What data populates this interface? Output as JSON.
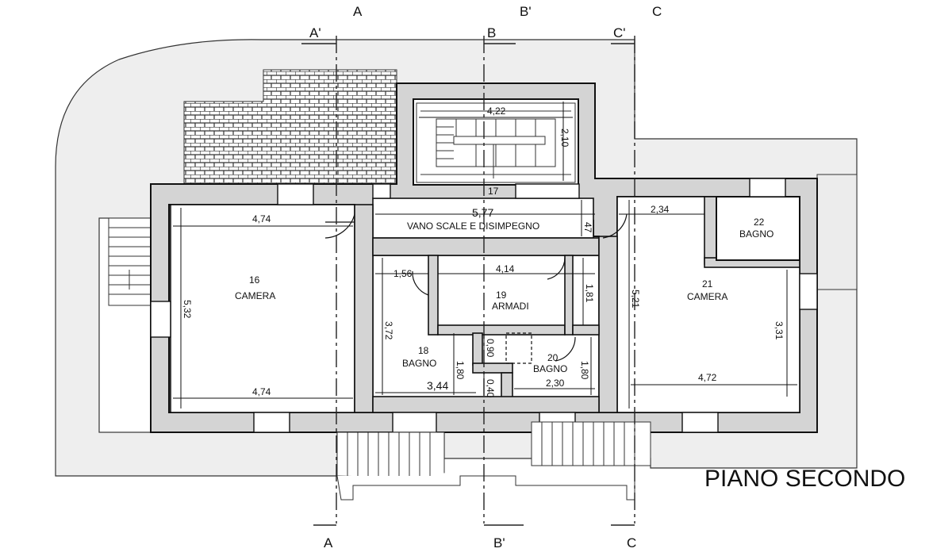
{
  "drawing_title": "PIANO SECONDO",
  "section_marks": {
    "a_top": "A",
    "b_prime_top": "B'",
    "c_top": "C",
    "a_prime": "A'",
    "b": "B",
    "c_prime": "C'",
    "a_bottom": "A",
    "b_prime_bottom": "B'",
    "c_bottom": "C"
  },
  "rooms": {
    "r16": {
      "number": "16",
      "name": "CAMERA"
    },
    "r17": {
      "number": "17",
      "name": "VANO SCALE E DISIMPEGNO"
    },
    "r18": {
      "number": "18",
      "name": "BAGNO"
    },
    "r19": {
      "number": "19",
      "name": "ARMADI"
    },
    "r20": {
      "number": "20",
      "name": "BAGNO"
    },
    "r21": {
      "number": "21",
      "name": "CAMERA"
    },
    "r22": {
      "number": "22",
      "name": "BAGNO"
    }
  },
  "dimensions": {
    "d_422": "4,22",
    "d_210": "2,10",
    "d_474_top": "4,74",
    "d_474_bottom": "4,74",
    "d_532": "5,32",
    "d_577": "5,77",
    "d_47": "47",
    "d_156": "1,56",
    "d_414": "4,14",
    "d_181": "1,81",
    "d_372": "3,72",
    "d_180_a": "1,80",
    "d_090": "0,90",
    "d_180_b": "1,80",
    "d_344": "3,44",
    "d_040": "0,40",
    "d_230": "2,30",
    "d_234": "2,34",
    "d_521": "5,21",
    "d_331": "3,31",
    "d_472": "4,72"
  },
  "colors": {
    "wall_fill": "#d4d4d4",
    "terrace_fill": "#ececec",
    "line": "#111111"
  }
}
